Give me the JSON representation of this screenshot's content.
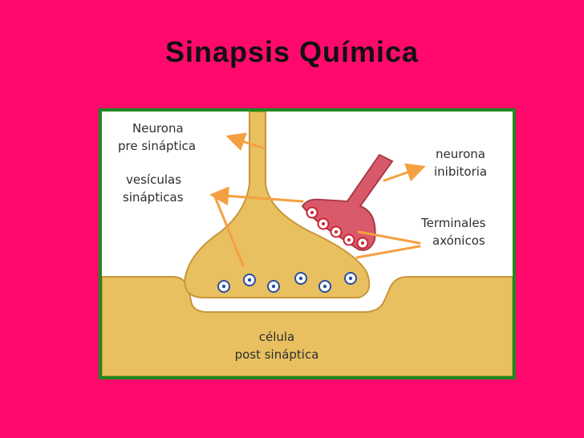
{
  "title": "Sinapsis Química",
  "colors": {
    "background": "#ff0a6c",
    "frame_border": "#1f8a1f",
    "neuron_fill": "#e8c060",
    "neuron_stroke": "#c8963a",
    "inhibitory_fill": "#d85a6a",
    "vesicle_blue": "#2a4fa0",
    "vesicle_red": "#cc2233",
    "arrow": "#f5a040"
  },
  "labels": {
    "pre_line1": "Neurona",
    "pre_line2": "pre sináptica",
    "ves_line1": "vesículas",
    "ves_line2": "sinápticas",
    "inh_line1": "neurona",
    "inh_line2": "inibitoria",
    "term_line1": "Terminales",
    "term_line2": "axónicos",
    "post_line1": "célula",
    "post_line2": "post sináptica"
  }
}
